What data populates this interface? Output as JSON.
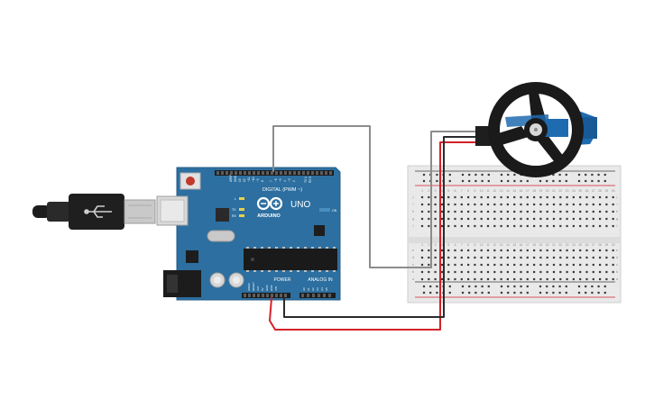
{
  "board": {
    "brand": "ARDUINO",
    "model": "UNO",
    "digital_label": "DIGITAL (PWM ~)",
    "power_label": "POWER",
    "analog_label": "ANALOG IN",
    "on_label": "ON",
    "tx_label": "TX",
    "rx_label": "RX",
    "l_label": "L",
    "aref_label": "AREF",
    "gnd_label": "GND",
    "txrx_labels": [
      "TX 1",
      "RX 0"
    ],
    "digital_pins": [
      "13",
      "12",
      "~11",
      "~10",
      "~9",
      "8",
      "7",
      "~6",
      "~5",
      "4",
      "~3",
      "2"
    ],
    "power_pins": [
      "IOREF",
      "RESET",
      "3V3",
      "5V",
      "GND",
      "GND",
      "VIN"
    ],
    "analog_pins": [
      "A0",
      "A1",
      "A2",
      "A3",
      "A4",
      "A5"
    ]
  },
  "breadboard": {
    "column_numbers": [
      "1",
      "2",
      "3",
      "4",
      "5",
      "6",
      "7",
      "8",
      "9",
      "10",
      "11",
      "12",
      "13",
      "14",
      "15",
      "16",
      "17",
      "18",
      "19",
      "20",
      "21",
      "22",
      "23",
      "24",
      "25",
      "26",
      "27",
      "28",
      "29",
      "30"
    ],
    "top_rows": [
      "j",
      "i",
      "h",
      "g",
      "f"
    ],
    "bottom_rows": [
      "e",
      "d",
      "c",
      "b",
      "a"
    ]
  },
  "wires": {
    "signal_color": "#8c8c8c",
    "power_color": "#d3222a",
    "ground_color": "#2b2b2b"
  },
  "colors": {
    "board_blue": "#2c6fa0",
    "breadboard": "#e9e9e9",
    "servo_blue": "#1e6bb0",
    "wheel": "#1a1a1a"
  }
}
